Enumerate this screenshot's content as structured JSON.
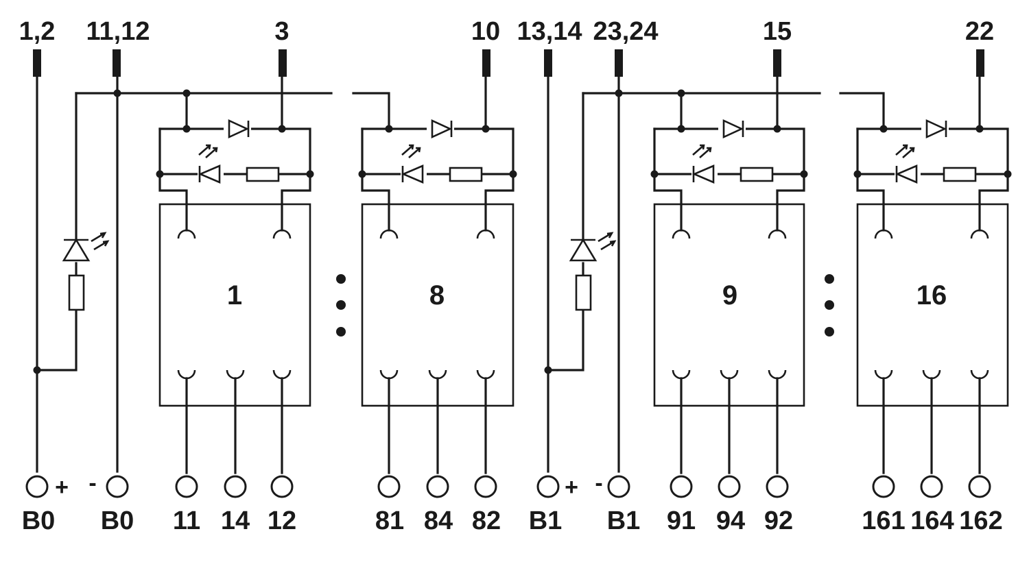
{
  "top_labels": {
    "b0_plus": "1,2",
    "b0_minus": "11,12",
    "r1": "3",
    "r8": "10",
    "b1_plus": "13,14",
    "b1_minus": "23,24",
    "r9": "15",
    "r16": "22"
  },
  "relays": [
    {
      "number": "1",
      "contacts": [
        "11",
        "14",
        "12"
      ]
    },
    {
      "number": "8",
      "contacts": [
        "81",
        "84",
        "82"
      ]
    },
    {
      "number": "9",
      "contacts": [
        "91",
        "94",
        "92"
      ]
    },
    {
      "number": "16",
      "contacts": [
        "161",
        "164",
        "162"
      ]
    }
  ],
  "supply": {
    "b0_plus": {
      "label": "B0",
      "sign": "+"
    },
    "b0_minus": {
      "label": "B0",
      "sign": "-"
    },
    "b1_plus": {
      "label": "B1",
      "sign": "+"
    },
    "b1_minus": {
      "label": "B1",
      "sign": "-"
    }
  },
  "icons": {
    "pin": "terminal-pin-icon",
    "terminal": "screw-terminal-icon",
    "diode": "diode-icon",
    "led": "led-icon",
    "resistor": "resistor-icon",
    "ellipsis": "vertical-ellipsis-icon"
  }
}
